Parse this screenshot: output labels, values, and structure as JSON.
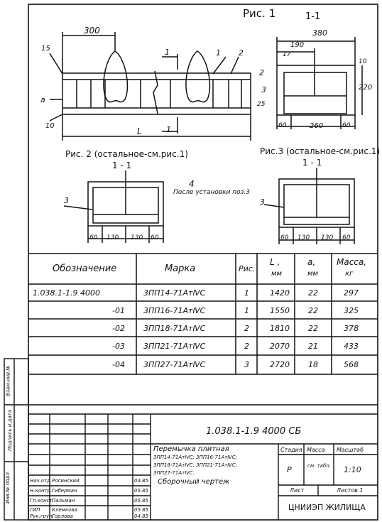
{
  "fig1": {
    "title": "Рис. 1",
    "section": "1-1",
    "dim_top": "300",
    "dim_15": "15",
    "dim_10": "10",
    "dim_a": "a",
    "dim_L": "L",
    "pos1": "1",
    "pos2": "2",
    "cut1a": "1",
    "cut1b": "1"
  },
  "sec1": {
    "d380": "380",
    "d190": "190",
    "d17": "17",
    "d10": "10",
    "d220": "220",
    "d25": "25",
    "d60a": "60",
    "d260": "260",
    "d60b": "60",
    "p2": "2",
    "p3": "3"
  },
  "fig2": {
    "title": "Рис. 2 (остальное-см.рис.1)",
    "section": "1 - 1",
    "pos3": "3",
    "d60a": "60",
    "d130a": "130",
    "d130b": "130",
    "d60b": "60"
  },
  "fig3": {
    "title": "Рис.3 (остальное-см.рис.1)",
    "section": "1 - 1",
    "pos3": "3",
    "d60a": "60",
    "d130a": "130",
    "d130b": "130",
    "d60b": "60"
  },
  "note": {
    "num": "4",
    "text": "После установки поз.3"
  },
  "table": {
    "headers": {
      "designation": "Обозначение",
      "mark": "Марка",
      "fig": "Рис.",
      "L": "L ,",
      "L_unit": "мм",
      "a": "a,",
      "a_unit": "мм",
      "mass": "Масса,",
      "mass_unit": "кг"
    },
    "rows": [
      {
        "designation": "1.038.1-1.9 4000",
        "mark": "3ПП14-71АтⅣС",
        "fig": "1",
        "L": "1420",
        "a": "22",
        "mass": "297"
      },
      {
        "designation": "-01",
        "mark": "3ПП16-71АтⅣС",
        "fig": "1",
        "L": "1550",
        "a": "22",
        "mass": "325"
      },
      {
        "designation": "-02",
        "mark": "3ПП18-71АтⅣС",
        "fig": "2",
        "L": "1810",
        "a": "22",
        "mass": "378"
      },
      {
        "designation": "-03",
        "mark": "3ПП21-71АтⅣС",
        "fig": "2",
        "L": "2070",
        "a": "21",
        "mass": "433"
      },
      {
        "designation": "-04",
        "mark": "3ПП27-71АтⅣС",
        "fig": "3",
        "L": "2720",
        "a": "18",
        "mass": "568"
      }
    ]
  },
  "stamp": {
    "doc_code": "1.038.1-1.9   4000 СБ",
    "title_lines": [
      "Перемычка плитная",
      "3ПП14-71АтⅣС; 3ПП16-71АтⅣС;",
      "3ПП18-71АтⅣС; 3ПП21-71АтⅣС;",
      "3ПП27-71АтⅣС."
    ],
    "subtitle": "Сборочный чертеж",
    "col_stage": "Стадия",
    "col_mass": "Масса",
    "col_scale": "Масштаб",
    "stage": "Р",
    "mass": "см. табл.",
    "scale": "1:10",
    "sheet": "Лист",
    "sheets": "Листов 1",
    "org": "ЦНИИЭП ЖИЛИЩА",
    "people": [
      {
        "role": "Нач.отд.",
        "name": "Росинский",
        "date": "04.85"
      },
      {
        "role": "Н.контр.",
        "name": "Гиберман",
        "date": "05.85"
      },
      {
        "role": "Гл.конст.",
        "name": "Пальман",
        "date": "05.85"
      },
      {
        "role": "ГИП",
        "name": "Клемкова",
        "date": "05.85"
      },
      {
        "role": "Рук.груп.",
        "name": "Горлова",
        "date": "04.85"
      }
    ],
    "side_labels": [
      "Инв.№ подл.",
      "Подпись и дата",
      "Взам.инв.№"
    ]
  }
}
